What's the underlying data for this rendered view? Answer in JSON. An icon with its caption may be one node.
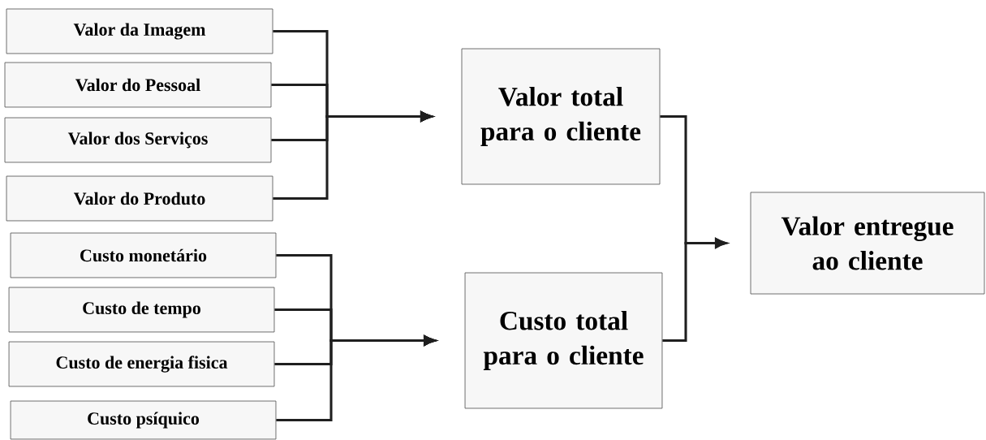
{
  "diagram": {
    "nodes": [
      {
        "text": [
          "Valor da Imagem"
        ]
      },
      {
        "text": [
          "Valor do Pessoal"
        ]
      },
      {
        "text": [
          "Valor dos Serviços"
        ]
      },
      {
        "text": [
          "Valor do Produto"
        ]
      },
      {
        "text": [
          "Custo monetário"
        ]
      },
      {
        "text": [
          "Custo de tempo"
        ]
      },
      {
        "text": [
          "Custo de energia fisica"
        ]
      },
      {
        "text": [
          "Custo psíquico"
        ]
      },
      {
        "text": [
          "Valor total para o cliente"
        ]
      },
      {
        "text": [
          "Custo total para o cliente"
        ]
      },
      {
        "text": [
          "Valor entregue ao cliente"
        ]
      }
    ],
    "edges": [
      {
        "from": 0,
        "to": 8,
        "arrow": "to"
      },
      {
        "from": 1,
        "to": 8,
        "arrow": "to"
      },
      {
        "from": 2,
        "to": 8,
        "arrow": "to"
      },
      {
        "from": 3,
        "to": 8,
        "arrow": "to"
      },
      {
        "from": 4,
        "to": 9,
        "arrow": "to"
      },
      {
        "from": 5,
        "to": 9,
        "arrow": "to"
      },
      {
        "from": 6,
        "to": 9,
        "arrow": "to"
      },
      {
        "from": 7,
        "to": 9,
        "arrow": "to"
      },
      {
        "from": 8,
        "to": 10,
        "arrow": "to"
      },
      {
        "from": 9,
        "to": 10,
        "arrow": "to"
      }
    ]
  }
}
